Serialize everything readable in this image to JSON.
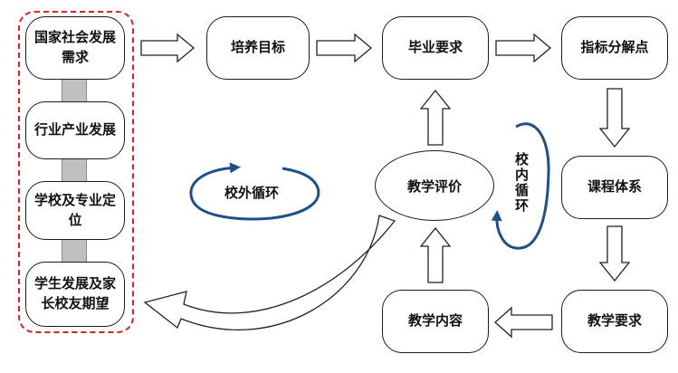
{
  "left_column": [
    "国家社会发展需求",
    "行业产业发展",
    "学校及专业定位",
    "学生发展及家长校友期望"
  ],
  "top_row": {
    "training_goal": "培养目标",
    "graduation_req": "毕业要求",
    "indicator_points": "指标分解点"
  },
  "right_column": {
    "curriculum": "课程体系",
    "teaching_req": "教学要求"
  },
  "bottom_row": {
    "teaching_content": "教学内容"
  },
  "center": {
    "teaching_eval": "教学评价"
  },
  "cycles": {
    "outer": "校外循环",
    "inner": "校内循环"
  },
  "colors": {
    "dashed_border": "#e02020",
    "cycle_arrow": "#1f4e8c"
  }
}
